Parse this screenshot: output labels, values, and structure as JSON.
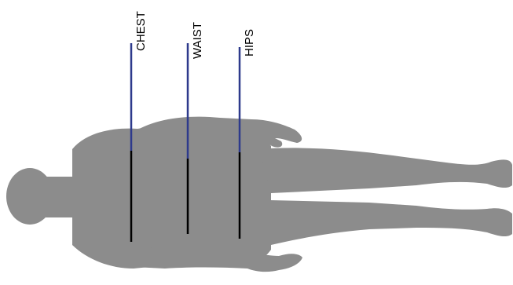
{
  "measurements": {
    "chest": "CHEST",
    "waist": "WAIST",
    "hips": "HIPS"
  },
  "colors": {
    "silhouette": "#8c8c8c",
    "guide_line": "#2e3a8c",
    "measure_line": "#000000",
    "background": "#ffffff"
  }
}
